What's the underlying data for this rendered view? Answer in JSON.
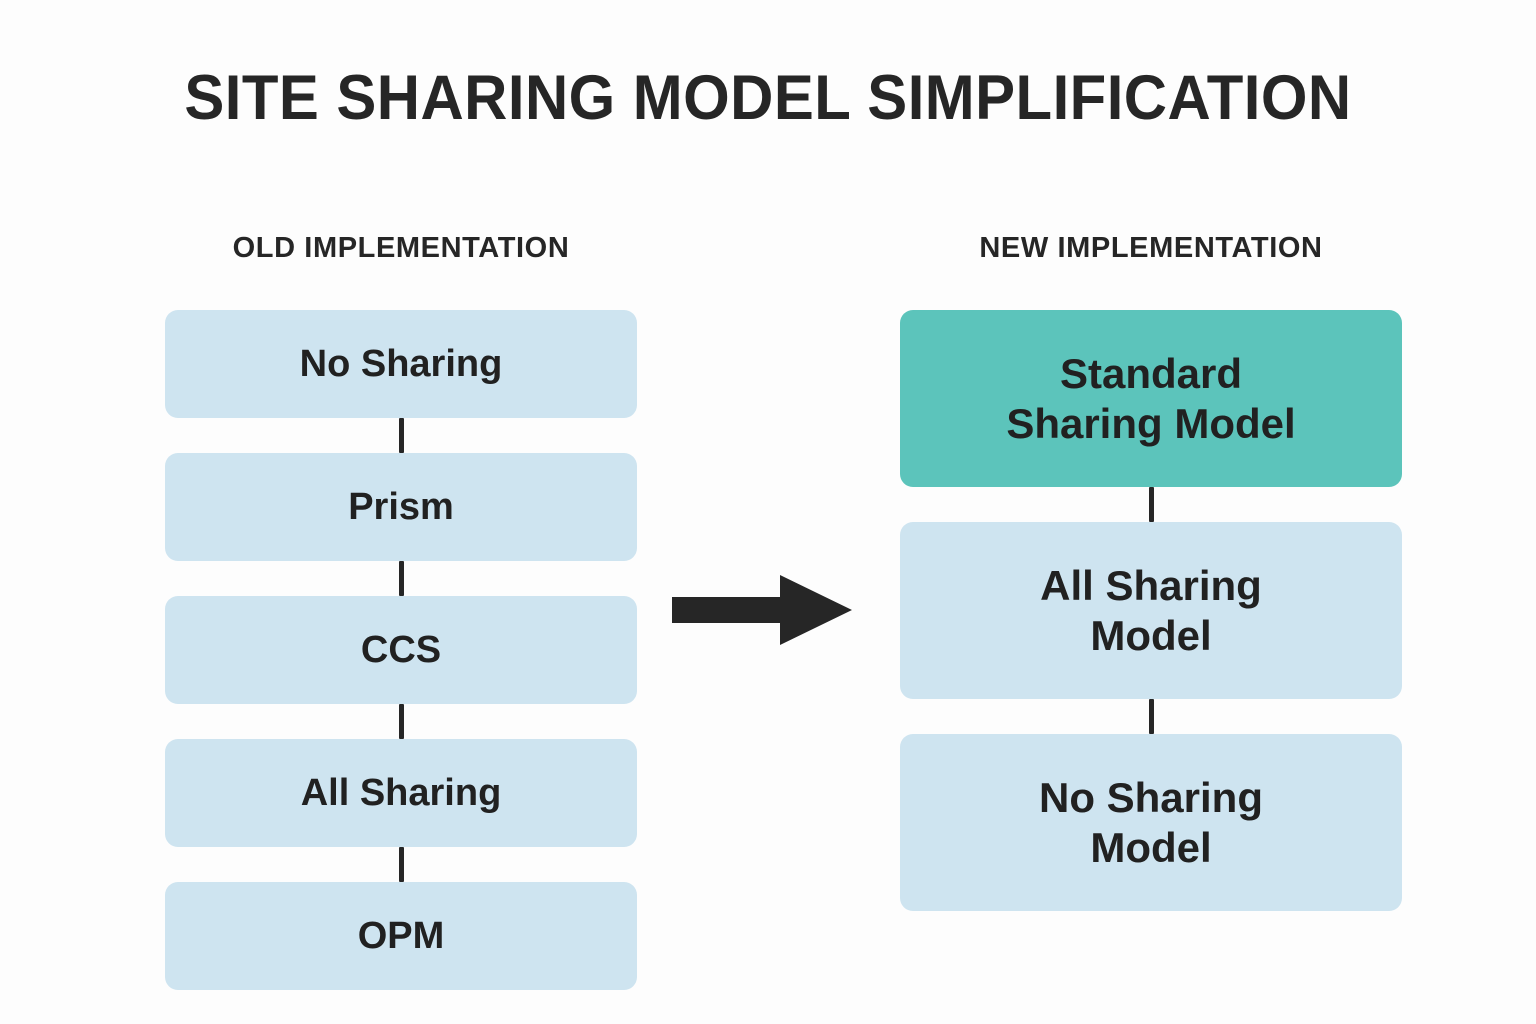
{
  "title": "SITE SHARING MODEL SIMPLIFICATION",
  "colors": {
    "background": "#fdfdfd",
    "box_blue": "#cee4f0",
    "box_teal": "#5cc4bb",
    "text_dark": "#212121",
    "arrow": "#262626"
  },
  "old_column": {
    "heading": "OLD IMPLEMENTATION",
    "nodes": [
      {
        "label": "No Sharing",
        "style": "blue",
        "lines": 1
      },
      {
        "label": "Prism",
        "style": "blue",
        "lines": 1
      },
      {
        "label": "CCS",
        "style": "blue",
        "lines": 1
      },
      {
        "label": "All Sharing",
        "style": "blue",
        "lines": 1
      },
      {
        "label": "OPM",
        "style": "blue",
        "lines": 1
      }
    ]
  },
  "new_column": {
    "heading": "NEW IMPLEMENTATION",
    "nodes": [
      {
        "label": "Standard\nSharing Model",
        "style": "teal",
        "lines": 2
      },
      {
        "label": "All Sharing\nModel",
        "style": "blue",
        "lines": 2
      },
      {
        "label": "No Sharing\nModel",
        "style": "blue",
        "lines": 2
      }
    ]
  },
  "arrow": {
    "direction": "right",
    "icon": "arrow-right-icon"
  }
}
